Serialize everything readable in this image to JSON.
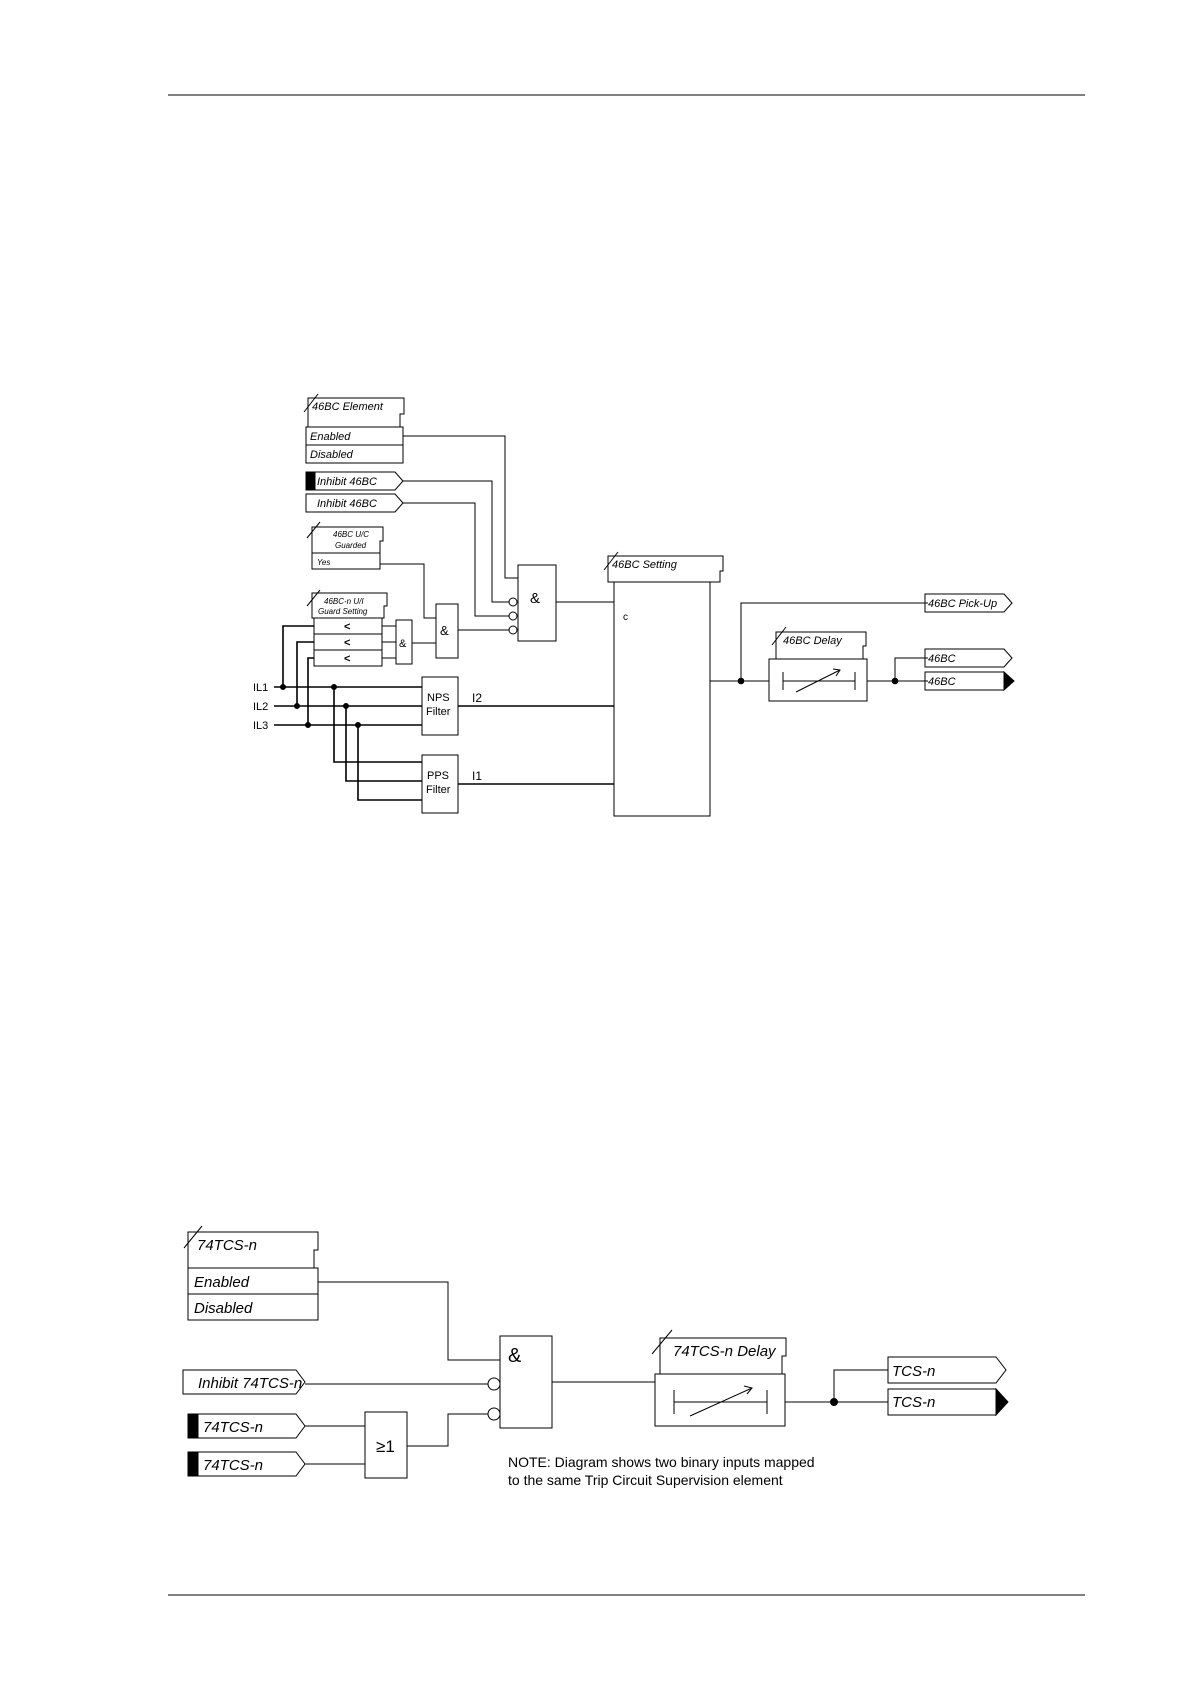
{
  "diagram1": {
    "element_setting": {
      "title": "46BC Element",
      "opt_enabled": "Enabled",
      "opt_disabled": "Disabled"
    },
    "inhibit_input": "Inhibit 46BC",
    "inhibit_setting": "Inhibit 46BC",
    "uc_guarded": {
      "title_line1": "46BC U/C",
      "title_line2": "Guarded",
      "value": "Yes"
    },
    "uc_guard_setting": {
      "title_line1": "46BC-n U/I",
      "title_line2": "Guard Setting",
      "less_than": "<"
    },
    "and_gate": "&",
    "inputs": [
      "IL1",
      "IL2",
      "IL3"
    ],
    "nps_filter": {
      "line1": "NPS",
      "line2": "Filter",
      "output": "I2"
    },
    "pps_filter": {
      "line1": "PPS",
      "line2": "Filter",
      "output": "I1"
    },
    "setting_block": {
      "title": "46BC Setting",
      "symbol": "c"
    },
    "delay_block": {
      "title": "46BC Delay"
    },
    "outputs": {
      "pickup": "46BC Pick-Up",
      "out1": "46BC",
      "out2": "46BC"
    }
  },
  "diagram2": {
    "element_setting": {
      "title": "74TCS-n",
      "opt_enabled": "Enabled",
      "opt_disabled": "Disabled"
    },
    "inhibit_input": "Inhibit 74TCS-n",
    "binary_inputs": [
      "74TCS-n",
      "74TCS-n"
    ],
    "or_gate": "≥1",
    "and_gate": "&",
    "delay_block": {
      "title": "74TCS-n Delay"
    },
    "outputs": [
      "TCS-n",
      "TCS-n"
    ],
    "note_line1": "NOTE: Diagram shows two binary inputs mapped",
    "note_line2": "to the same Trip Circuit Supervision element"
  }
}
